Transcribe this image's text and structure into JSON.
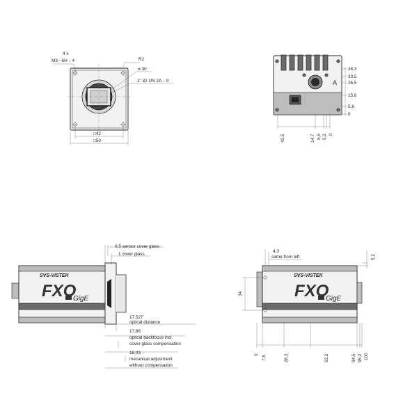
{
  "front_view": {
    "hole_count": "4 x",
    "thread_spec": "M3 - 6H ↓ 4",
    "radius": "R2",
    "diameter": "⌀ 30",
    "mount_thread": "1\" 32 UN 2A ↓ 9",
    "width_inner": "□42",
    "width_outer": "□50"
  },
  "back_view": {
    "right_dims": [
      "38,3",
      "33,5",
      "26,5",
      "15,8",
      "5,6",
      "0"
    ],
    "bottom_dims": [
      "43,5",
      "14,7",
      "6,6",
      "5,2",
      "0"
    ],
    "datum": "A"
  },
  "side_view": {
    "sensor_cover": "0,5 sensor cover glass",
    "cover_glass": "1 cover glass",
    "optical_distance_value": "17,527",
    "optical_distance_label": "optical distance",
    "backfocus_value": "17,86",
    "backfocus_line1": "optical backfocus incl.",
    "backfocus_line2": "cover glass compensation",
    "mech_value": "18,03",
    "mech_line1": "mecanical adjustment",
    "mech_line2": "without compensation",
    "brand": "SVS-VISTEK",
    "model": "FXO",
    "interface": "GigE"
  },
  "top_view": {
    "offset_value": "4,3",
    "offset_label": "same from left",
    "height_value": "34",
    "right_value": "5,2",
    "bottom_dims": [
      "0",
      "7,5",
      "28,3",
      "63,2",
      "94,5",
      "95,2",
      "100"
    ],
    "brand": "SVS-VISTEK",
    "model": "FXO",
    "interface": "GigE"
  }
}
